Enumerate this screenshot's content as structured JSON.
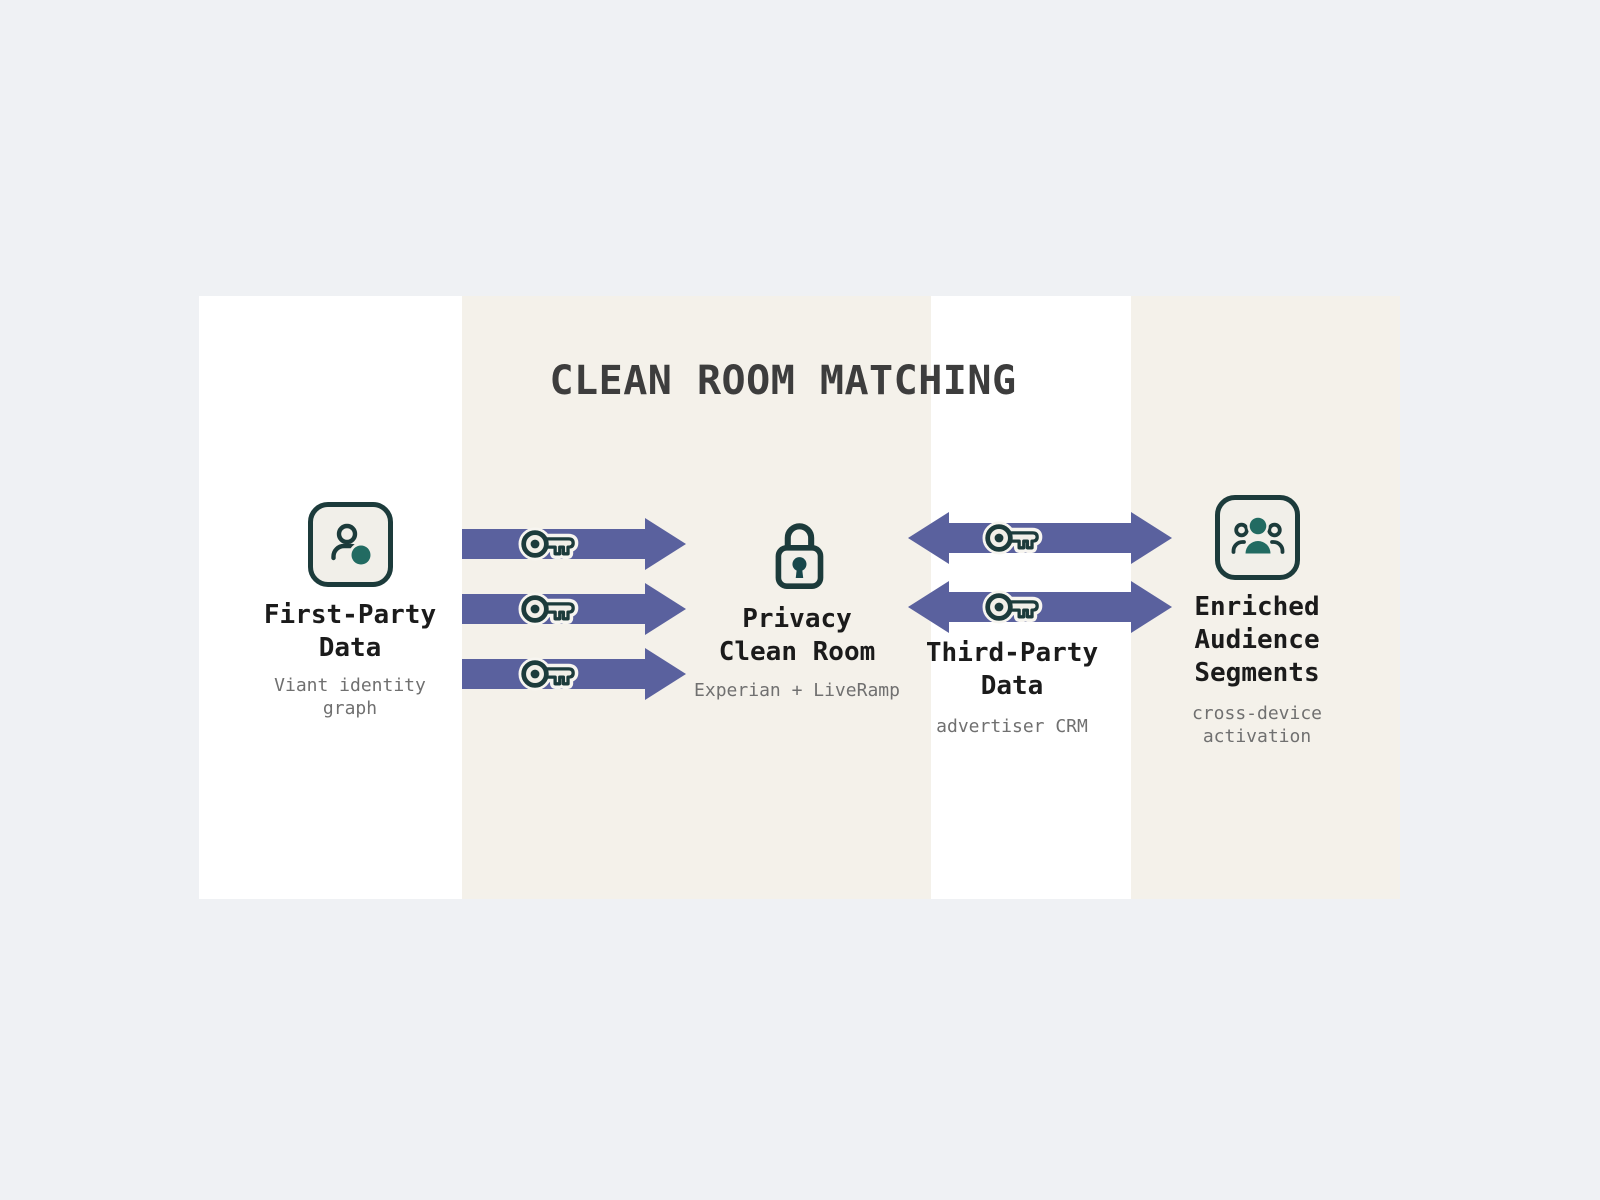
{
  "title": "CLEAN ROOM MATCHING",
  "columns": {
    "first_party": {
      "icon": "user-icon",
      "heading": "First-Party\nData",
      "sub": "Viant identity\ngraph"
    },
    "clean_room": {
      "icon": "lock-icon",
      "heading": "Privacy\nClean Room",
      "sub": "Experian + LiveRamp"
    },
    "third_party": {
      "heading": "Third-Party\nData",
      "sub": "advertiser CRM"
    },
    "enriched": {
      "icon": "group-icon",
      "heading": "Enriched\nAudience\nSegments",
      "sub": "cross-device\nactivation"
    }
  },
  "flows": {
    "left": {
      "count": 3,
      "direction": "right",
      "icon": "key-icon"
    },
    "right": {
      "count": 2,
      "direction": "both",
      "icon": "key-icon"
    }
  },
  "colors": {
    "background": "#eff1f4",
    "panel_white": "#ffffff",
    "panel_cream": "#f4f1ea",
    "arrow": "#5a619e",
    "icon_outline": "#1c3b3b",
    "icon_fill": "#f1efe9",
    "accent_teal": "#226b62",
    "title_text": "#3d3d3d",
    "heading_text": "#1b1b1b",
    "sub_text": "#707070"
  }
}
